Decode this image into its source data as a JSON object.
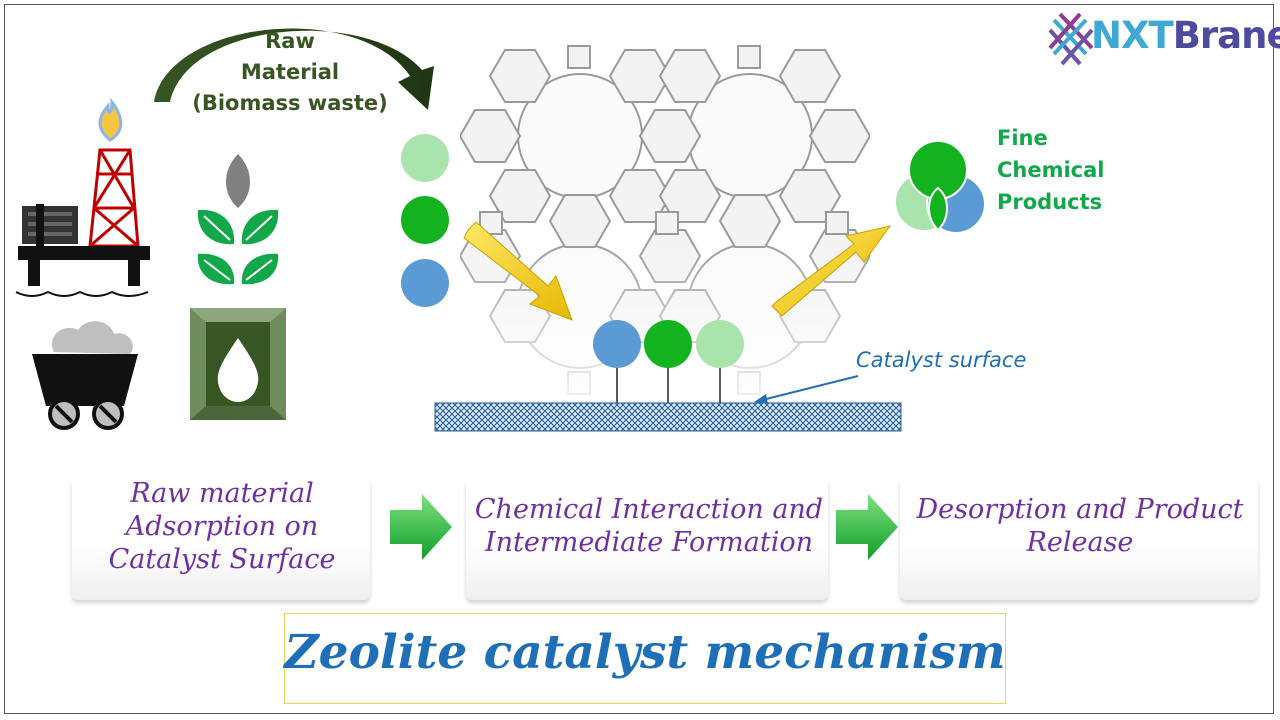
{
  "logo": {
    "text_a": "NXT",
    "text_b": "Brane"
  },
  "raw_material_label": [
    "Raw",
    "Material",
    "(Biomass waste)"
  ],
  "fine_products_label": [
    "Fine",
    "Chemical",
    "Products"
  ],
  "catalyst_surface_label": "Catalyst surface",
  "steps": [
    {
      "lines": [
        "Raw material",
        "Adsorption on",
        "Catalyst Surface"
      ]
    },
    {
      "lines": [
        "Chemical Interaction and",
        "Intermediate Formation"
      ]
    },
    {
      "lines": [
        "Desorption and Product",
        "Release"
      ]
    }
  ],
  "title": "Zeolite catalyst mechanism",
  "colors": {
    "light_green": "#a9e4ac",
    "green": "#12b31f",
    "blue": "#5b9bd5",
    "purple_text": "#7030a0",
    "title_blue": "#1e6fb8",
    "dark_green": "#375623"
  },
  "icons": [
    "oil-rig-icon",
    "flame-icon",
    "leaf-plant-icon",
    "mine-cart-icon",
    "oil-drop-icon"
  ]
}
